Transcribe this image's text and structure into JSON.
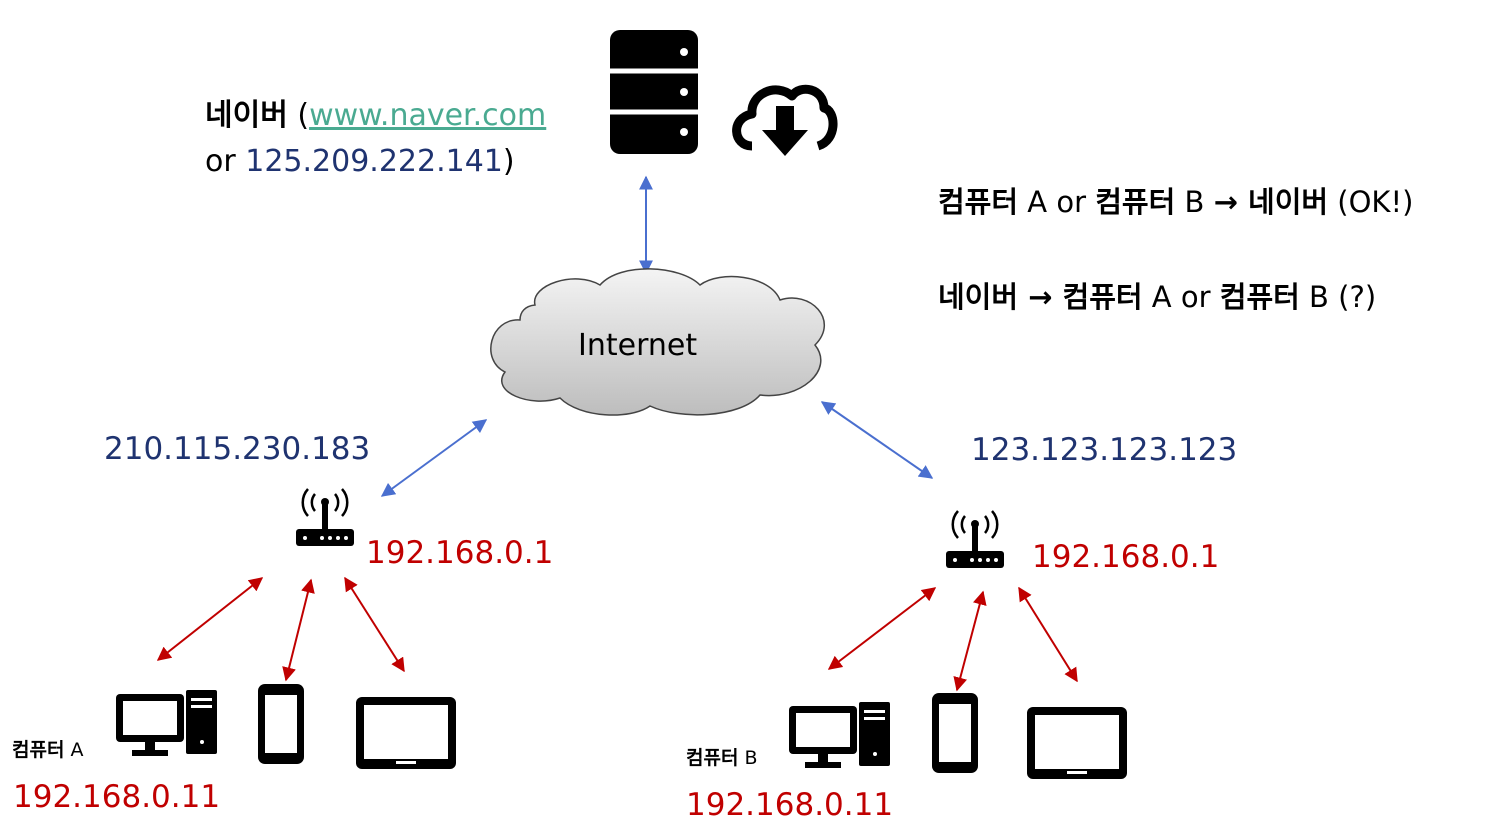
{
  "server": {
    "name": "네이버",
    "open_paren": " (",
    "domain": "www.naver.com",
    "or_label": "or ",
    "ip": "125.209.222.141",
    "close_paren": ")"
  },
  "statements": [
    {
      "a": "컴퓨터",
      "b": " A or ",
      "c": "컴퓨터",
      "d": " B ",
      "arrow": "→",
      "e": " 네이버",
      "f": " (OK!)"
    },
    {
      "a": "네이버",
      "arrow": " → ",
      "c": "컴퓨터",
      "d": " A or ",
      "e": "컴퓨터",
      "f": " B (?)"
    }
  ],
  "internet_label": "Internet",
  "network_a": {
    "public_ip": "210.115.230.183",
    "router_ip": "192.168.0.1",
    "computer_name": "컴퓨터",
    "computer_letter": " A",
    "computer_ip": "192.168.0.11"
  },
  "network_b": {
    "public_ip": "123.123.123.123",
    "router_ip": "192.168.0.1",
    "computer_name": "컴퓨터",
    "computer_letter": " B",
    "computer_ip": "192.168.0.11"
  },
  "colors": {
    "internet_link": "#4a6fcf",
    "lan_link": "#c00000",
    "public_ip": "#1f3370",
    "private_ip": "#c00000",
    "domain_link": "#4aaa91"
  },
  "icons": [
    "database-icon",
    "cloud-download-icon",
    "internet-cloud-icon",
    "router-icon",
    "desktop-computer-icon",
    "smartphone-icon",
    "tablet-icon"
  ]
}
